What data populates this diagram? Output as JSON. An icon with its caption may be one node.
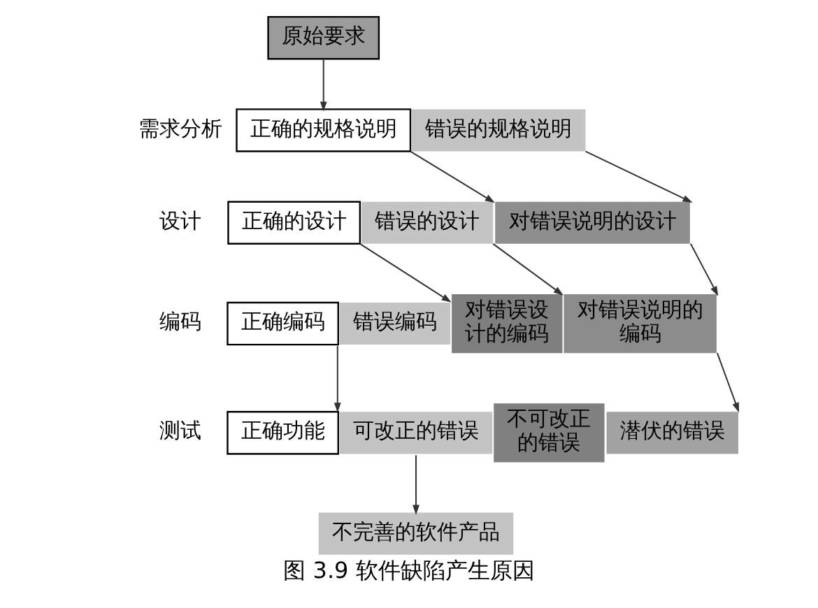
{
  "diagram": {
    "caption": "图 3.9 软件缺陷产生原因",
    "nodes": [
      {
        "text": [
          "原始要求"
        ]
      },
      {
        "text": [
          "正确的规格说明"
        ]
      },
      {
        "text": [
          "错误的规格说明"
        ]
      },
      {
        "text": [
          "正确的设计"
        ]
      },
      {
        "text": [
          "错误的设计"
        ]
      },
      {
        "text": [
          "对错误说明的设计"
        ]
      },
      {
        "text": [
          "正确编码"
        ]
      },
      {
        "text": [
          "错误编码"
        ]
      },
      {
        "text": [
          "对错误设计的编码"
        ]
      },
      {
        "text": [
          "对错误说明的编码"
        ]
      },
      {
        "text": [
          "正确功能"
        ]
      },
      {
        "text": [
          "可改正的错误"
        ]
      },
      {
        "text": [
          "不可改正的错误"
        ]
      },
      {
        "text": [
          "潜伏的错误"
        ]
      },
      {
        "text": [
          "不完善的软件产品"
        ]
      }
    ],
    "edges": [
      {
        "from": 0,
        "to": 1,
        "arrow": "to"
      },
      {
        "from": 1,
        "to": 4,
        "arrow": "to"
      },
      {
        "from": 2,
        "to": 5,
        "arrow": "to"
      },
      {
        "from": 3,
        "to": 7,
        "arrow": "to"
      },
      {
        "from": 4,
        "to": 8,
        "arrow": "to"
      },
      {
        "from": 5,
        "to": 9,
        "arrow": "to"
      },
      {
        "from": 6,
        "to": 10,
        "arrow": "to"
      },
      {
        "from": 9,
        "to": 13,
        "arrow": "to"
      },
      {
        "from": 11,
        "to": 14,
        "arrow": "to"
      }
    ],
    "labels": [
      "需求分析",
      "设计",
      "编码",
      "测试"
    ]
  }
}
